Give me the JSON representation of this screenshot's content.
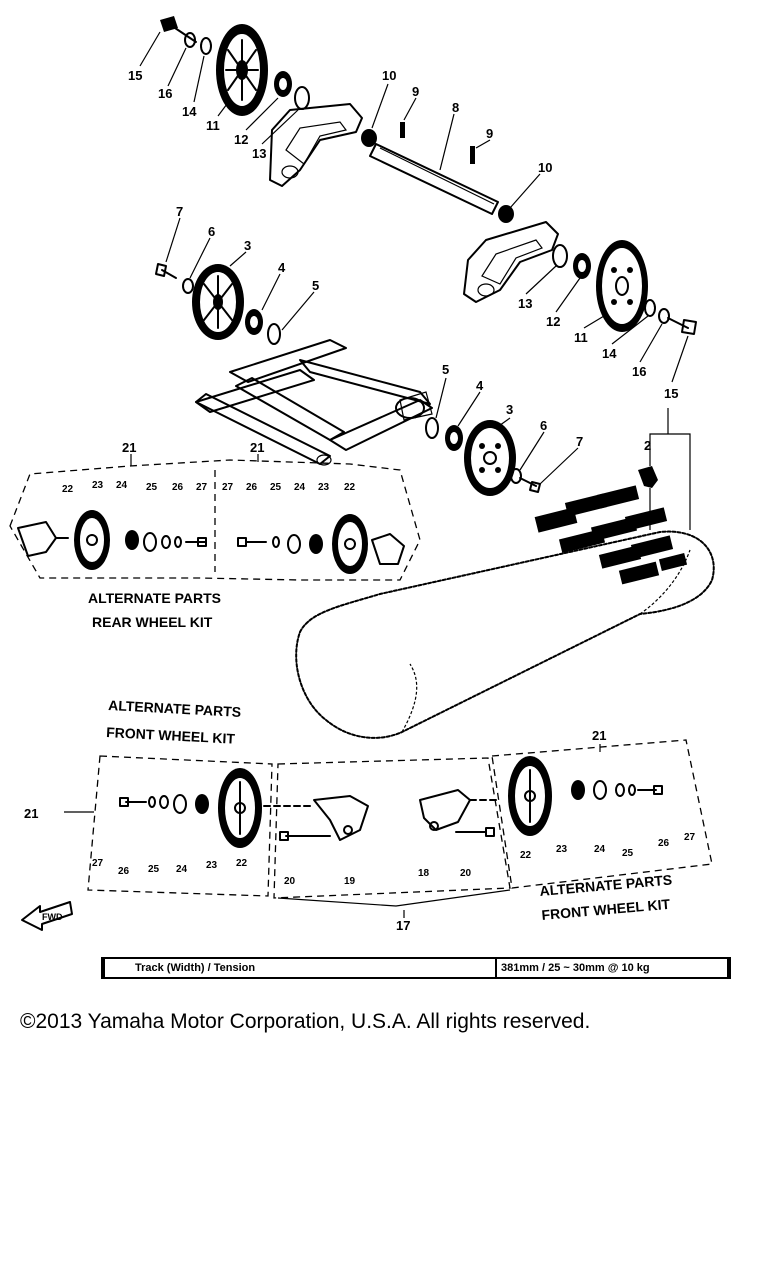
{
  "callouts": {
    "c15a": "15",
    "c16a": "16",
    "c14a": "14",
    "c11a": "11",
    "c12a": "12",
    "c13a": "13",
    "c10a": "10",
    "c9a": "9",
    "c8": "8",
    "c9b": "9",
    "c10b": "10",
    "c7a": "7",
    "c6a": "6",
    "c3a": "3",
    "c4a": "4",
    "c5a": "5",
    "c13b": "13",
    "c12b": "12",
    "c11b": "11",
    "c14b": "14",
    "c16b": "16",
    "c15b": "15",
    "c5b": "5",
    "c4b": "4",
    "c3b": "3",
    "c6b": "6",
    "c7b": "7",
    "c2": "2",
    "c21a": "21",
    "c21b": "21",
    "r22a": "22",
    "r23a": "23",
    "r24a": "24",
    "r25a": "25",
    "r26a": "26",
    "r27a": "27",
    "r27b": "27",
    "r26b": "26",
    "r25b": "25",
    "r24b": "24",
    "r23b": "23",
    "r22b": "22",
    "c21c": "21",
    "c21d": "21",
    "f27a": "27",
    "f26a": "26",
    "f25a": "25",
    "f24a": "24",
    "f23a": "23",
    "f22a": "22",
    "f20a": "20",
    "f19": "19",
    "f18": "18",
    "f20b": "20",
    "f22b": "22",
    "f23b": "23",
    "f24b": "24",
    "f25b": "25",
    "f26b": "26",
    "f27b": "27",
    "c17": "17"
  },
  "captions": {
    "rear_kit_line1": "ALTERNATE PARTS",
    "rear_kit_line2": "REAR WHEEL KIT",
    "front_kit_left_line1": "ALTERNATE PARTS",
    "front_kit_left_line2": "FRONT WHEEL KIT",
    "front_kit_right_line1": "ALTERNATE PARTS",
    "front_kit_right_line2": "FRONT WHEEL KIT",
    "fwd_arrow": "FWD"
  },
  "spec_table": {
    "label": "Track (Width) / Tension",
    "value": "381mm / 25 ~ 30mm @ 10 kg"
  },
  "copyright": "©2013 Yamaha Motor Corporation, U.S.A. All rights reserved."
}
